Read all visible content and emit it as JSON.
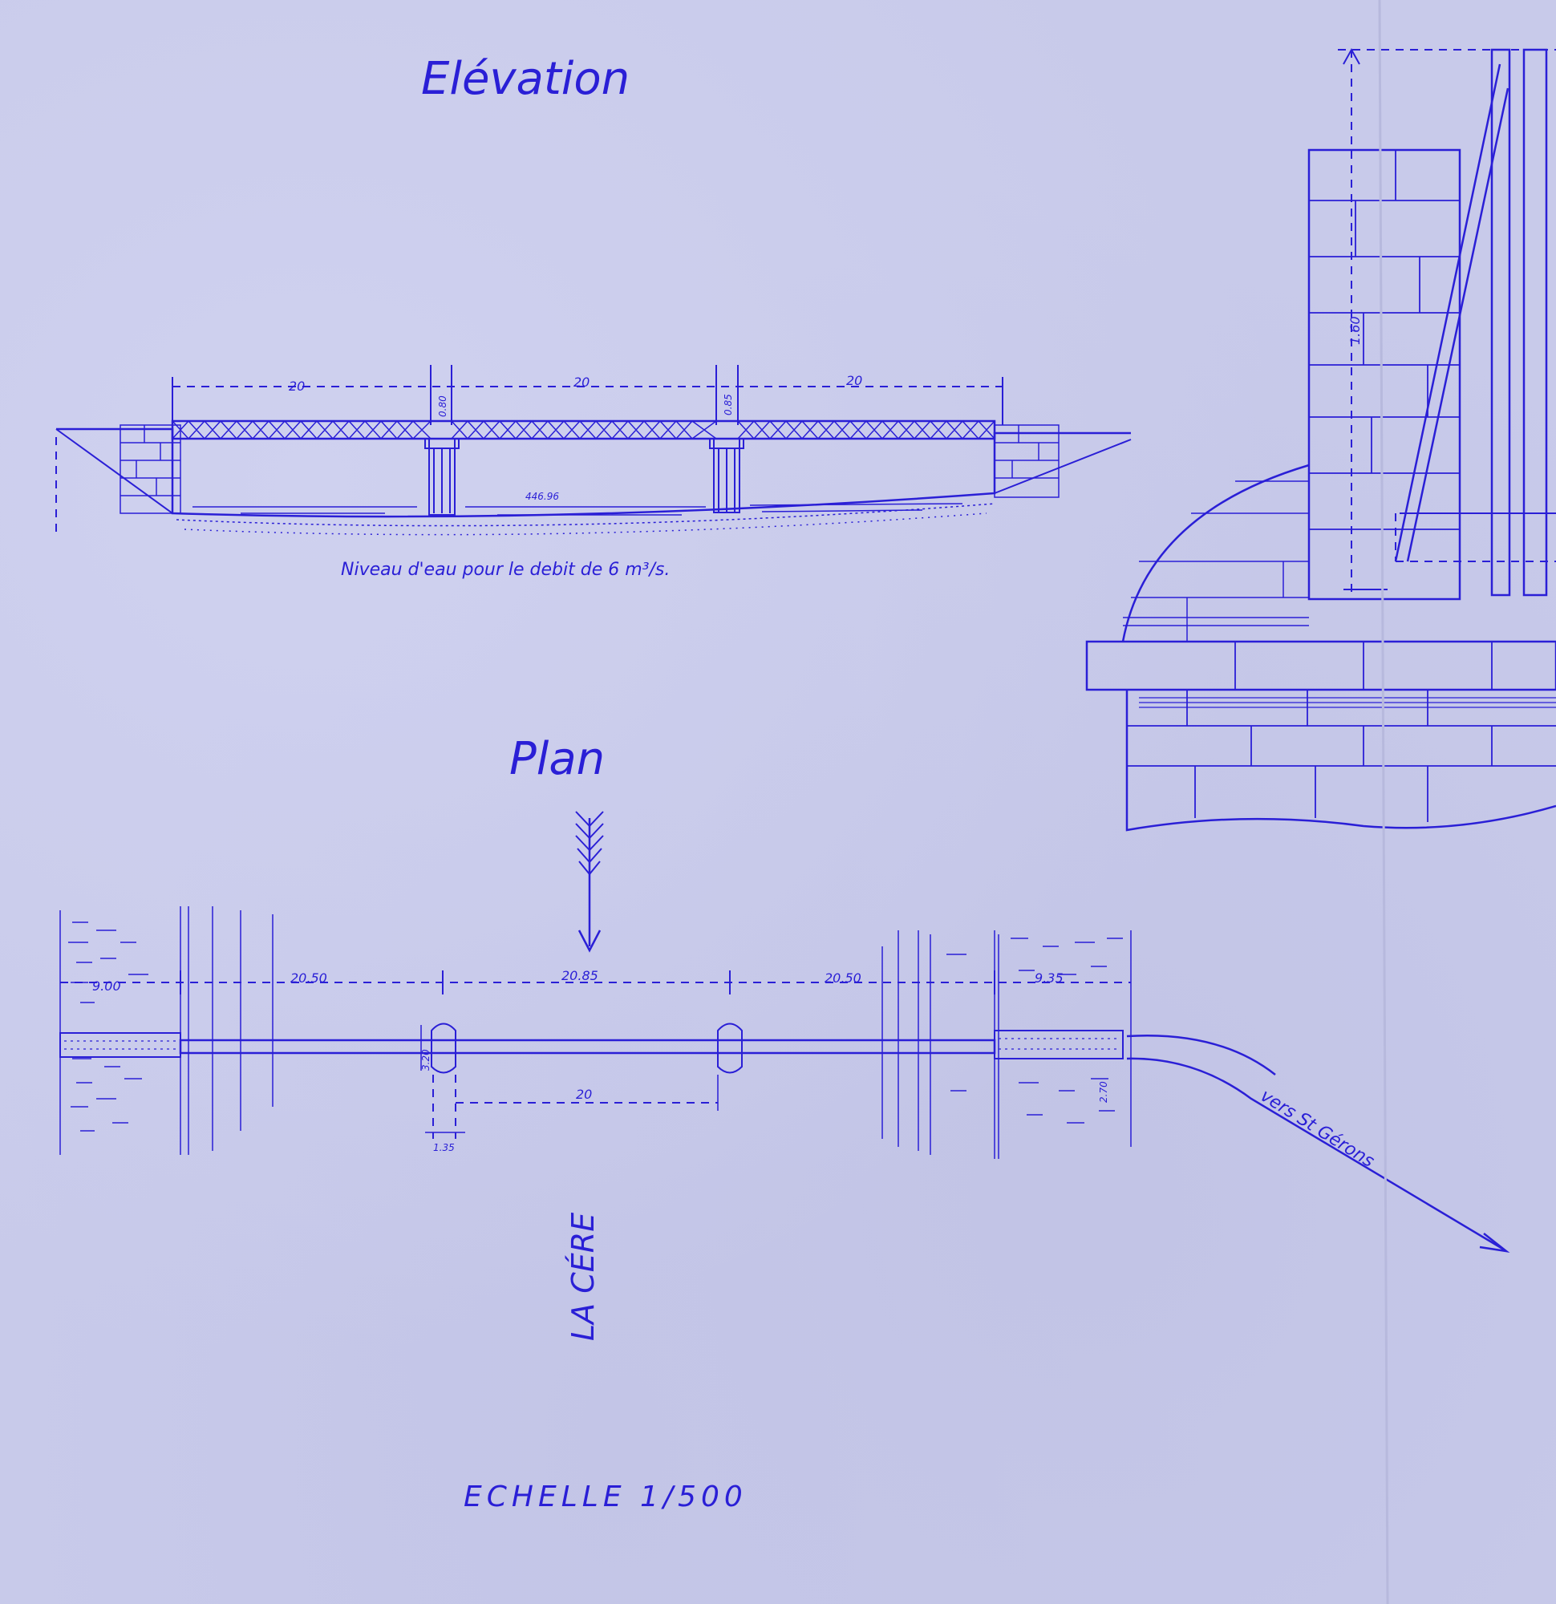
{
  "drawing": {
    "elevation_title": "Elévation",
    "plan_title": "Plan",
    "water_level_note": "Niveau d'eau pour le debit de 6 m³/s.",
    "elevation_dims": {
      "span_left": "20",
      "span_mid": "20",
      "span_right": "20",
      "pier_left": "0.80",
      "pier_right": "0.85",
      "water_elev": "446.96"
    },
    "plan_dims": {
      "left_bank": "9.00",
      "span_1": "20.50",
      "span_2": "20.85",
      "span_3": "20.50",
      "right_bank": "9.35",
      "pier_width": "3.20",
      "pier_depth": "1.35",
      "clear_span": "20",
      "right_abutment": "2.70"
    },
    "detail_dim": "1.60",
    "river_label": "LA CÉRE",
    "road_label": "vers St Gérons",
    "scale_label": "ECHELLE 1/500"
  },
  "colors": {
    "paper": "#c8caea",
    "ink": "#2a1fd6"
  }
}
